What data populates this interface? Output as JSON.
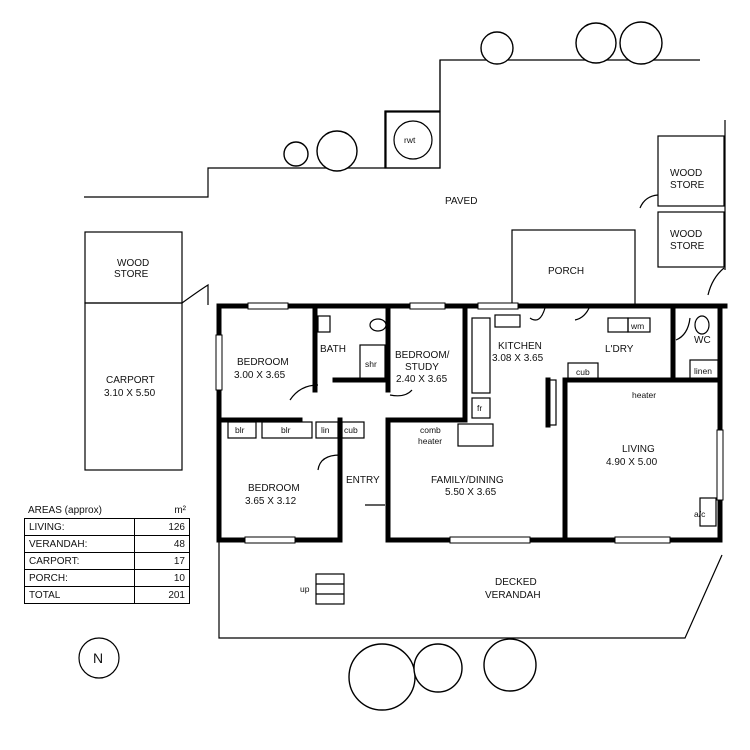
{
  "labels": {
    "paved": "PAVED",
    "wood_store_1": "WOOD",
    "wood_store_1b": "STORE",
    "wood_store_2": "WOOD",
    "wood_store_2b": "STORE",
    "wood_store_3": "WOOD",
    "wood_store_3b": "STORE",
    "rwt": "rwt",
    "porch": "PORCH",
    "carport": "CARPORT",
    "carport_dim": "3.10 x 5.50",
    "bedroom1": "BEDROOM",
    "bedroom1_dim": "3.00 x 3.65",
    "bath": "BATH",
    "shr": "shr",
    "study": "BEDROOM/",
    "study_b": "STUDY",
    "study_dim": "2.40 x 3.65",
    "kitchen": "KITCHEN",
    "kitchen_dim": "3.08 x 3.65",
    "ldry": "L'DRY",
    "wm": "wm",
    "wc": "WC",
    "linen": "linen",
    "cub1": "cub",
    "cub2": "cub",
    "heater": "heater",
    "fr": "fr",
    "blr1": "blr",
    "blr2": "blr",
    "lin": "lin",
    "comb": "comb",
    "comb_heater": "heater",
    "bedroom2": "BEDROOM",
    "bedroom2_dim": "3.65 x 3.12",
    "entry": "ENTRY",
    "family": "FAMILY/DINING",
    "family_dim": "5.50 x 3.65",
    "living": "LIVING",
    "living_dim": "4.90 x 5.00",
    "ac": "a/c",
    "decked": "DECKED",
    "decked_b": "VERANDAH",
    "up": "up"
  },
  "areas": {
    "title": "AREAS (approx)",
    "unit": "m²",
    "rows": [
      {
        "label": "LIVING:",
        "value": "126"
      },
      {
        "label": "VERANDAH:",
        "value": "48"
      },
      {
        "label": "CARPORT:",
        "value": "17"
      },
      {
        "label": "PORCH:",
        "value": "10"
      }
    ],
    "total_label": "TOTAL",
    "total_value": "201"
  },
  "compass": {
    "letter": "N"
  }
}
